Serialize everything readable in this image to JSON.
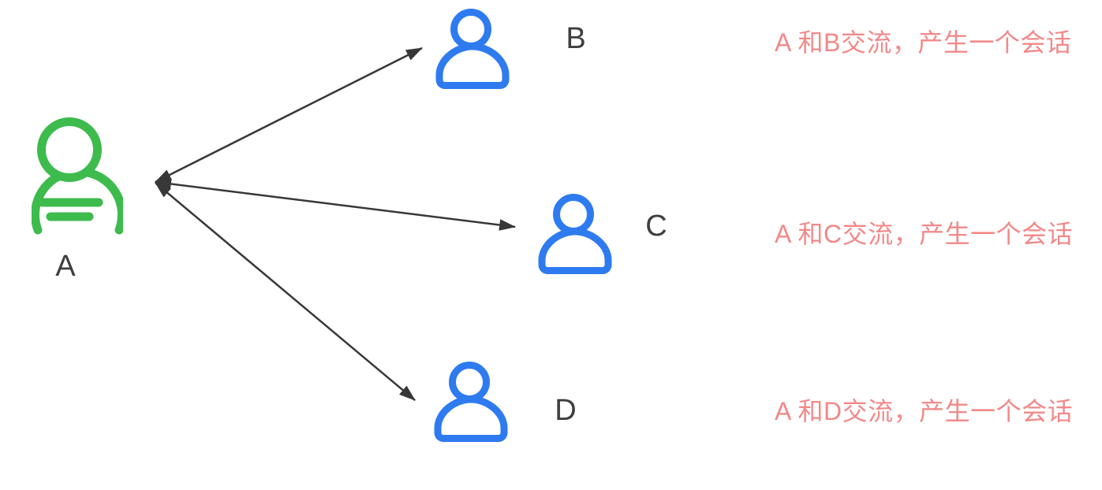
{
  "diagram": {
    "background": "#ffffff",
    "arrow_color": "#383838",
    "label_color": "#3E3E3E",
    "annotation_color": "#F18989",
    "nodes": [
      {
        "id": "A",
        "label": "A",
        "icon": "green-contact-user-icon",
        "color": "#3DBB4D"
      },
      {
        "id": "B",
        "label": "B",
        "icon": "blue-user-icon",
        "color": "#2E7BF0"
      },
      {
        "id": "C",
        "label": "C",
        "icon": "blue-user-icon",
        "color": "#2E7BF0"
      },
      {
        "id": "D",
        "label": "D",
        "icon": "blue-user-icon",
        "color": "#2E7BF0"
      }
    ],
    "edges": [
      {
        "from": "A",
        "to": "B",
        "arrows": "both"
      },
      {
        "from": "A",
        "to": "C",
        "arrows": "both"
      },
      {
        "from": "A",
        "to": "D",
        "arrows": "both"
      }
    ],
    "annotations": [
      {
        "for": "B",
        "text": "A 和B交流，产生一个会话"
      },
      {
        "for": "C",
        "text": "A 和C交流，产生一个会话"
      },
      {
        "for": "D",
        "text": "A 和D交流，产生一个会话"
      }
    ]
  }
}
